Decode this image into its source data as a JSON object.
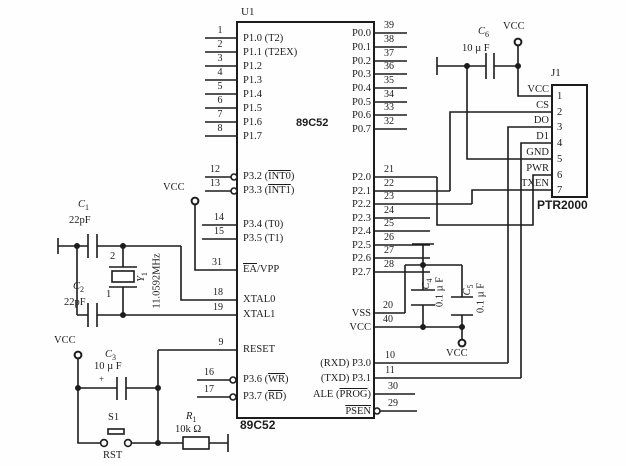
{
  "ic": {
    "ref": "U1",
    "part": "89C52",
    "part_label_bottom": "89C52",
    "left_pins": {
      "p1_group": [
        {
          "num": "1",
          "label": "P1.0 (T2)"
        },
        {
          "num": "2",
          "label": "P1.1 (T2EX)"
        },
        {
          "num": "3",
          "label": "P1.2"
        },
        {
          "num": "4",
          "label": "P1.3"
        },
        {
          "num": "5",
          "label": "P1.4"
        },
        {
          "num": "6",
          "label": "P1.5"
        },
        {
          "num": "7",
          "label": "P1.6"
        },
        {
          "num": "8",
          "label": "P1.7"
        }
      ],
      "p32": {
        "num": "12",
        "pre": "P3.2 (",
        "ov": "INT0",
        "post": ")"
      },
      "p33": {
        "num": "13",
        "pre": "P3.3 (",
        "ov": "INT1",
        "post": ")"
      },
      "p34": {
        "num": "14",
        "label": "P3.4 (T0)"
      },
      "p35": {
        "num": "15",
        "label": "P3.5 (T1)"
      },
      "ea": {
        "num": "31",
        "ov": "EA",
        "post": "/VPP"
      },
      "xtal0": {
        "num": "18",
        "label": "XTAL0"
      },
      "xtal1": {
        "num": "19",
        "label": "XTAL1"
      },
      "reset": {
        "num": "9",
        "label": "RESET"
      },
      "p36": {
        "num": "16",
        "pre": "P3.6 (",
        "ov": "WR",
        "post": ")"
      },
      "p37": {
        "num": "17",
        "pre": "P3.7 (",
        "ov": "RD",
        "post": ")"
      }
    },
    "right_pins": {
      "p0": [
        {
          "num": "39",
          "label": "P0.0"
        },
        {
          "num": "38",
          "label": "P0.1"
        },
        {
          "num": "37",
          "label": "P0.2"
        },
        {
          "num": "36",
          "label": "P0.3"
        },
        {
          "num": "35",
          "label": "P0.4"
        },
        {
          "num": "34",
          "label": "P0.5"
        },
        {
          "num": "33",
          "label": "P0.6"
        },
        {
          "num": "32",
          "label": "P0.7"
        }
      ],
      "p2": [
        {
          "num": "21",
          "label": "P2.0"
        },
        {
          "num": "22",
          "label": "P2.1"
        },
        {
          "num": "23",
          "label": "P2.2"
        },
        {
          "num": "24",
          "label": "P2.3"
        },
        {
          "num": "25",
          "label": "P2.4"
        },
        {
          "num": "26",
          "label": "P2.5"
        },
        {
          "num": "27",
          "label": "P2.6"
        },
        {
          "num": "28",
          "label": "P2.7"
        }
      ],
      "vss": {
        "num": "20",
        "label": "VSS"
      },
      "vcc": {
        "num": "40",
        "label": "VCC"
      },
      "rxd": {
        "num": "10",
        "label": "(RXD) P3.0"
      },
      "txd": {
        "num": "11",
        "label": "(TXD) P3.1"
      },
      "ale": {
        "num": "30",
        "pre": "ALE (",
        "ov": "PROG",
        "post": ")"
      },
      "psen": {
        "num": "29",
        "ov": "PSEN"
      }
    }
  },
  "components": {
    "c1": {
      "letter": "C",
      "sub": "1",
      "value": "22pF"
    },
    "c2": {
      "letter": "C",
      "sub": "2",
      "value": "22pF"
    },
    "y1": {
      "letter": "Y",
      "sub": "1",
      "value": "11.0592MHz",
      "pin_top": "2",
      "pin_bottom": "1"
    },
    "c3": {
      "letter": "C",
      "sub": "3",
      "value": "10 µ F",
      "polarity": "+"
    },
    "s1": {
      "ref": "S1",
      "label": "RST"
    },
    "r1": {
      "letter": "R",
      "sub": "1",
      "value": "10k Ω"
    },
    "c4": {
      "letter": "C",
      "sub": "4",
      "value": "0.1 µ F"
    },
    "c5": {
      "letter": "C",
      "sub": "5",
      "value": "0.1 µ F"
    },
    "c6": {
      "letter": "C",
      "sub": "6",
      "value": "10 µ F"
    }
  },
  "power": {
    "vcc_ea": "VCC",
    "vcc_reset": "VCC",
    "vcc_c45": "VCC",
    "vcc_c6": "VCC"
  },
  "connector": {
    "ref": "J1",
    "module": "PTR2000",
    "pins": [
      {
        "num": "1",
        "name": "VCC"
      },
      {
        "num": "2",
        "name": "CS"
      },
      {
        "num": "3",
        "name": "DO"
      },
      {
        "num": "4",
        "name": "D1"
      },
      {
        "num": "5",
        "name": "GND"
      },
      {
        "num": "6",
        "name": "PWR"
      },
      {
        "num": "7",
        "name": "TXEN"
      }
    ]
  },
  "colors": {
    "ink": "#1c1c1c",
    "bg": "#fefefe"
  }
}
